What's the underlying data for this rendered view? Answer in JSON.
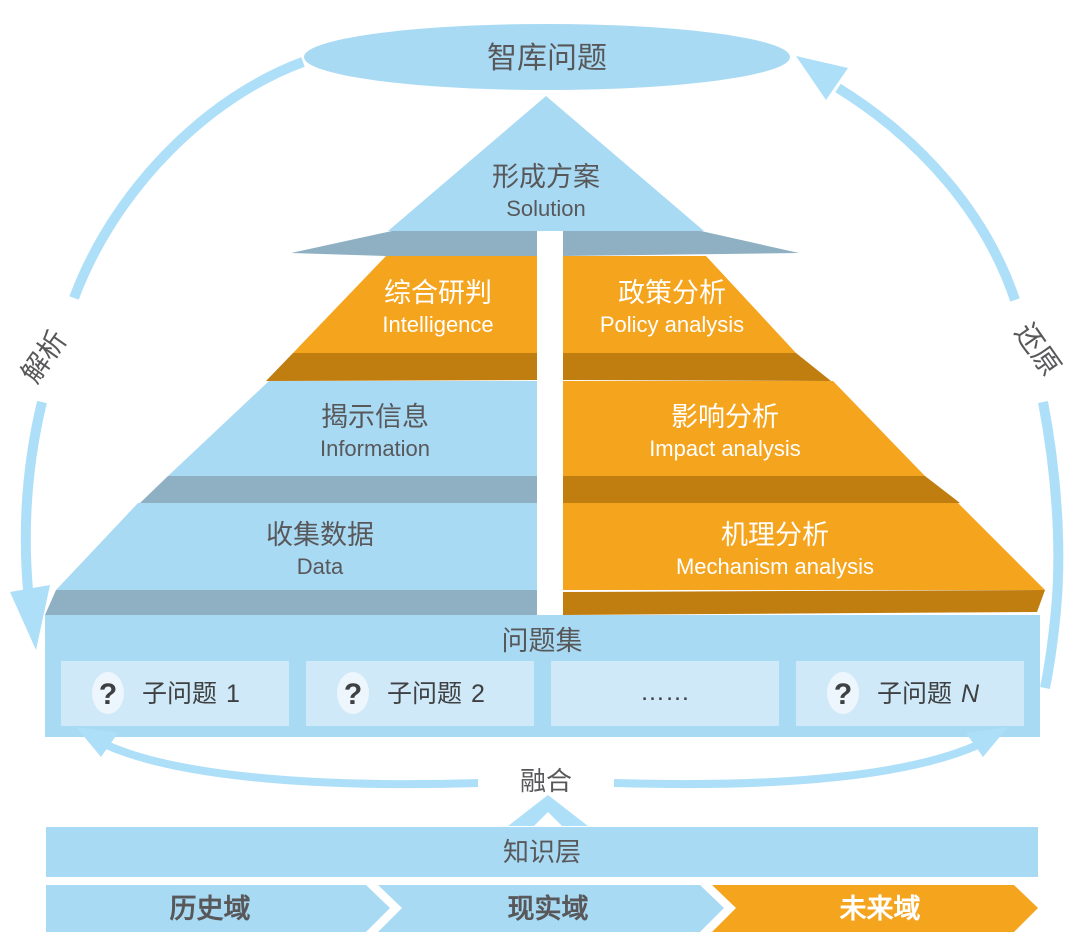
{
  "palette": {
    "light_blue": "#A9DAF4",
    "pale_blue": "#CFE9F8",
    "icon_oval_fill": "#ECF6FC",
    "arc_blue": "#AEDFF8",
    "steel_fold_shadow": "#8FB0C3",
    "orange": "#F5A41E",
    "dark_orange_fold_shadow": "#C07D10",
    "text_dark_gray": "#58585A",
    "text_white": "#FFFFFF"
  },
  "top_ellipse": {
    "label": "智库问题"
  },
  "cycle": {
    "left_label": "解析",
    "right_label": "还原"
  },
  "pyramid": {
    "solution": {
      "zh": "形成方案",
      "en": "Solution"
    },
    "intelligence": {
      "zh": "综合研判",
      "en": "Intelligence"
    },
    "policy": {
      "zh": "政策分析",
      "en": "Policy analysis"
    },
    "information": {
      "zh": "揭示信息",
      "en": "Information"
    },
    "impact": {
      "zh": "影响分析",
      "en": "Impact analysis"
    },
    "data": {
      "zh": "收集数据",
      "en": "Data"
    },
    "mechanism": {
      "zh": "机理分析",
      "en": "Mechanism analysis"
    }
  },
  "problem_set": {
    "title": "问题集",
    "items": [
      {
        "icon": "?",
        "label": "子问题",
        "suffix": "1"
      },
      {
        "icon": "?",
        "label": "子问题",
        "suffix": "2"
      },
      {
        "label": "……"
      },
      {
        "icon": "?",
        "label": "子问题",
        "suffix": "N"
      }
    ]
  },
  "fusion": {
    "label": "融合"
  },
  "knowledge_layer": {
    "label": "知识层"
  },
  "domains": [
    {
      "label": "历史域"
    },
    {
      "label": "现实域"
    },
    {
      "label": "未来域"
    }
  ]
}
